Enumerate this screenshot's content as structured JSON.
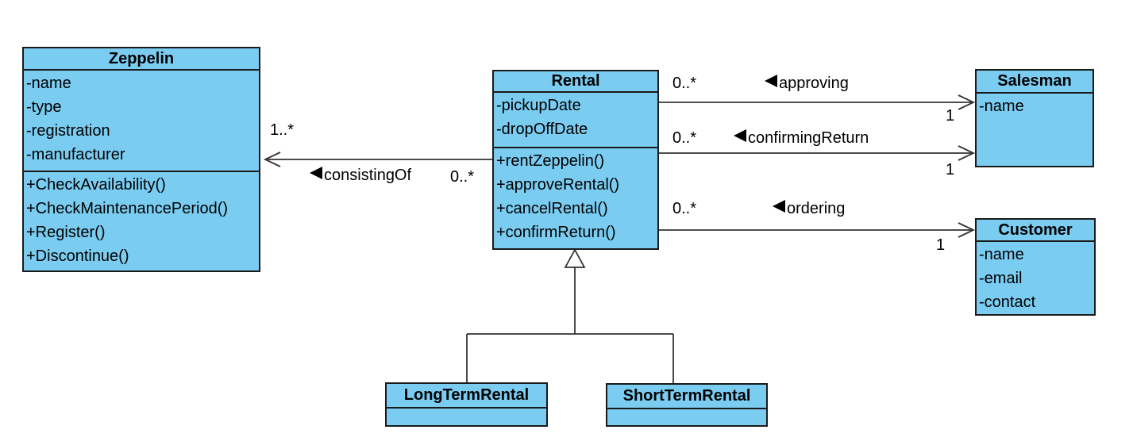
{
  "diagram": {
    "colors": {
      "class_fill": "#7ACCF1",
      "class_border": "#1A1A1A",
      "line": "#333333",
      "background": "#FFFFFF"
    }
  },
  "classes": {
    "zeppelin": {
      "name": "Zeppelin",
      "attributes": [
        "-name",
        "-type",
        "-registration",
        "-manufacturer"
      ],
      "methods": [
        "+CheckAvailability()",
        "+CheckMaintenancePeriod()",
        "+Register()",
        "+Discontinue()"
      ]
    },
    "rental": {
      "name": "Rental",
      "attributes": [
        "-pickupDate",
        "-dropOffDate"
      ],
      "methods": [
        "+rentZeppelin()",
        "+approveRental()",
        "+cancelRental()",
        "+confirmReturn()"
      ]
    },
    "salesman": {
      "name": "Salesman",
      "attributes": [
        "-name"
      ]
    },
    "customer": {
      "name": "Customer",
      "attributes": [
        "-name",
        "-email",
        "-contact"
      ]
    },
    "long_term_rental": {
      "name": "LongTermRental"
    },
    "short_term_rental": {
      "name": "ShortTermRental"
    }
  },
  "associations": {
    "consisting_of": {
      "label": "consistingOf",
      "near_rental_multiplicity": "0..*",
      "near_zeppelin_multiplicity": "1..*"
    },
    "approving": {
      "label": "approving",
      "near_rental_multiplicity": "0..*",
      "near_salesman_multiplicity": "1"
    },
    "confirming_return": {
      "label": "confirmingReturn",
      "near_rental_multiplicity": "0..*",
      "near_salesman_multiplicity": "1"
    },
    "ordering": {
      "label": "ordering",
      "near_rental_multiplicity": "0..*",
      "near_customer_multiplicity": "1"
    }
  },
  "generalization": {
    "parent": "Rental",
    "children": [
      "LongTermRental",
      "ShortTermRental"
    ]
  }
}
